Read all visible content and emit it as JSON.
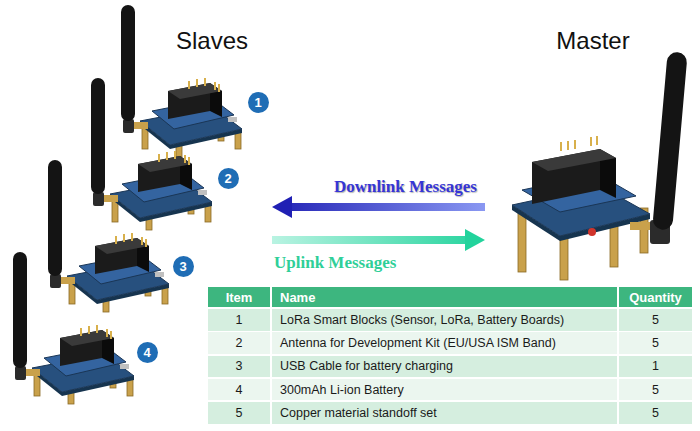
{
  "diagram": {
    "nodes": [
      {
        "text": [
          "Slaves"
        ]
      },
      {
        "text": [
          "1"
        ],
        "in": 0
      },
      {
        "text": [
          "2"
        ],
        "in": 0
      },
      {
        "text": [
          "3"
        ],
        "in": 0
      },
      {
        "text": [
          "4"
        ],
        "in": 0
      },
      {
        "text": [
          "Master"
        ]
      }
    ],
    "edges": [
      {
        "from": 5,
        "to": 0,
        "arrow": "to",
        "label": "Downlink Messages"
      },
      {
        "from": 0,
        "to": 5,
        "arrow": "to",
        "label": "Uplink Messages"
      }
    ],
    "labels": [
      "Item",
      "Name",
      "Quantity",
      "1",
      "LoRa Smart Blocks (Sensor, LoRa, Battery Boards)",
      "5",
      "2",
      "Antenna for Development Kit (EU/USA ISM Band)",
      "5",
      "3",
      "USB Cable for battery charging",
      "1",
      "4",
      "300mAh Li-ion Battery",
      "5",
      "5",
      "Copper material standoff set",
      "5"
    ]
  }
}
